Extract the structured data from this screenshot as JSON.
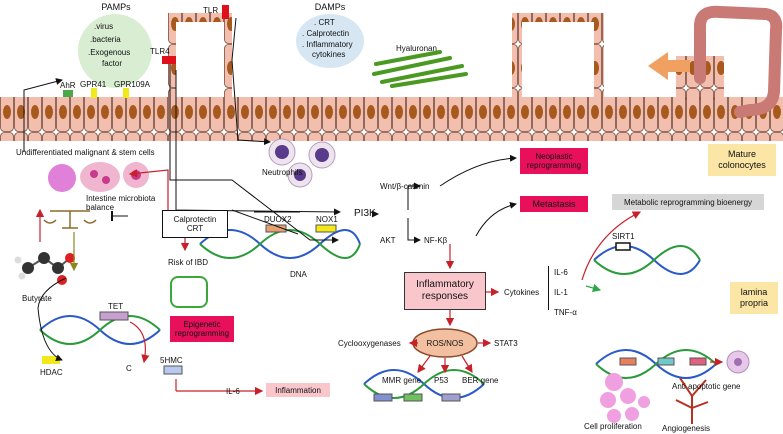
{
  "pamps": {
    "title": "PAMPs",
    "items": [
      ".virus",
      ".bacteria",
      ".Exogenous",
      "factor"
    ]
  },
  "damps": {
    "title": "DAMPs",
    "items": [
      ". CRT",
      ". Calprotectin",
      ". Inflammatory",
      "cytokines"
    ]
  },
  "receptors": {
    "tlr": "TLR",
    "tlr4": "TLR4",
    "ahr": "AhR",
    "gpr41": "GPR41",
    "gpr109a": "GPR109A"
  },
  "hyaluronan": "Hyaluronan",
  "mature_colonocytes": [
    "Mature",
    "colonocytes"
  ],
  "undiff": "Undifferentiated malignant & stem cells",
  "neutrophils": "Neutrophils",
  "microbiota": [
    "Intestine microbiota",
    "balance"
  ],
  "calprotectin": [
    "Calprotectin",
    "CRT"
  ],
  "risk_ibd": "Risk of  IBD",
  "epigenetic": [
    "Epigenetic",
    "reprogramming"
  ],
  "butyrate": "Butyrate",
  "tet": "TET",
  "hdac": "HDAC",
  "c_label": "C",
  "hmc": "5HMC",
  "il6_left": "IL-6",
  "inflammation": "Inflammation",
  "duox2": "DUOX2",
  "nox1": "NOX1",
  "dna": "DNA",
  "pi3k": "PI3K",
  "wnt": "Wnt/β-catenin",
  "akt": "AKT",
  "nfkb": "NF-Kβ",
  "neoplastic": [
    "Neoplastic",
    "reprogramming"
  ],
  "metastasis": "Metastasis",
  "metabolic": "Metabolic reprogramming bioenergy",
  "sirt1": "SIRT1",
  "inflammatory_resp": [
    "Inflammatory",
    "responses"
  ],
  "cytokines": "Cytokines",
  "il6": "IL-6",
  "il1": "IL-1",
  "tnf": "TNF-α",
  "lamina": [
    "lamina",
    "propria"
  ],
  "ros": "ROS/NOS",
  "cyclo": "Cyclooxygenases",
  "stat3": "STAT3",
  "mmr": "MMR gene",
  "p53": "P53",
  "ber": "BER gene",
  "anti_apoptotic": "Anti apoptotic gene",
  "cell_prolif": "Cell proliferation",
  "angiogenesis": "Angiogenesis",
  "colors": {
    "pink_box": "#e8105a",
    "light_pink": "#f9c6cc",
    "yellow_box": "#fbe6a6",
    "gray_box": "#d6d6d6",
    "pamps_bubble": "#d8edd2",
    "damps_bubble": "#d7e6f3",
    "cell": "#f2bfae",
    "nucleus": "#a85a1e",
    "red_arrow": "#c8202a"
  }
}
